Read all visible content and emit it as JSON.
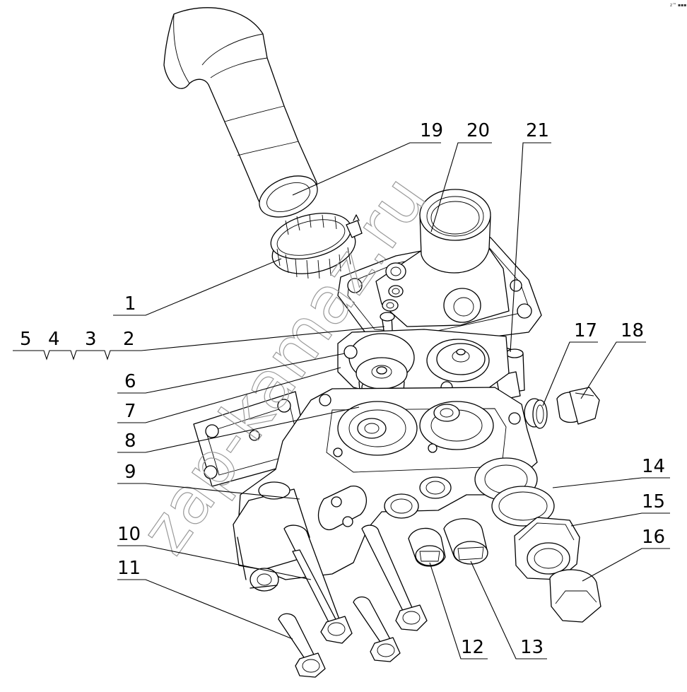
{
  "watermark": "zap-kamaz.ru",
  "corner_mark": "z™ ▪▪▪",
  "callouts": [
    {
      "id": "c1",
      "label": "1"
    },
    {
      "id": "c2",
      "label": "2"
    },
    {
      "id": "c3",
      "label": "3"
    },
    {
      "id": "c4",
      "label": "4"
    },
    {
      "id": "c5",
      "label": "5"
    },
    {
      "id": "c6",
      "label": "6"
    },
    {
      "id": "c7",
      "label": "7"
    },
    {
      "id": "c8",
      "label": "8"
    },
    {
      "id": "c9",
      "label": "9"
    },
    {
      "id": "c10",
      "label": "10"
    },
    {
      "id": "c11",
      "label": "11"
    },
    {
      "id": "c12",
      "label": "12"
    },
    {
      "id": "c13",
      "label": "13"
    },
    {
      "id": "c14",
      "label": "14"
    },
    {
      "id": "c15",
      "label": "15"
    },
    {
      "id": "c16",
      "label": "16"
    },
    {
      "id": "c17",
      "label": "17"
    },
    {
      "id": "c18",
      "label": "18"
    },
    {
      "id": "c19",
      "label": "19"
    },
    {
      "id": "c20",
      "label": "20"
    },
    {
      "id": "c21",
      "label": "21"
    }
  ]
}
